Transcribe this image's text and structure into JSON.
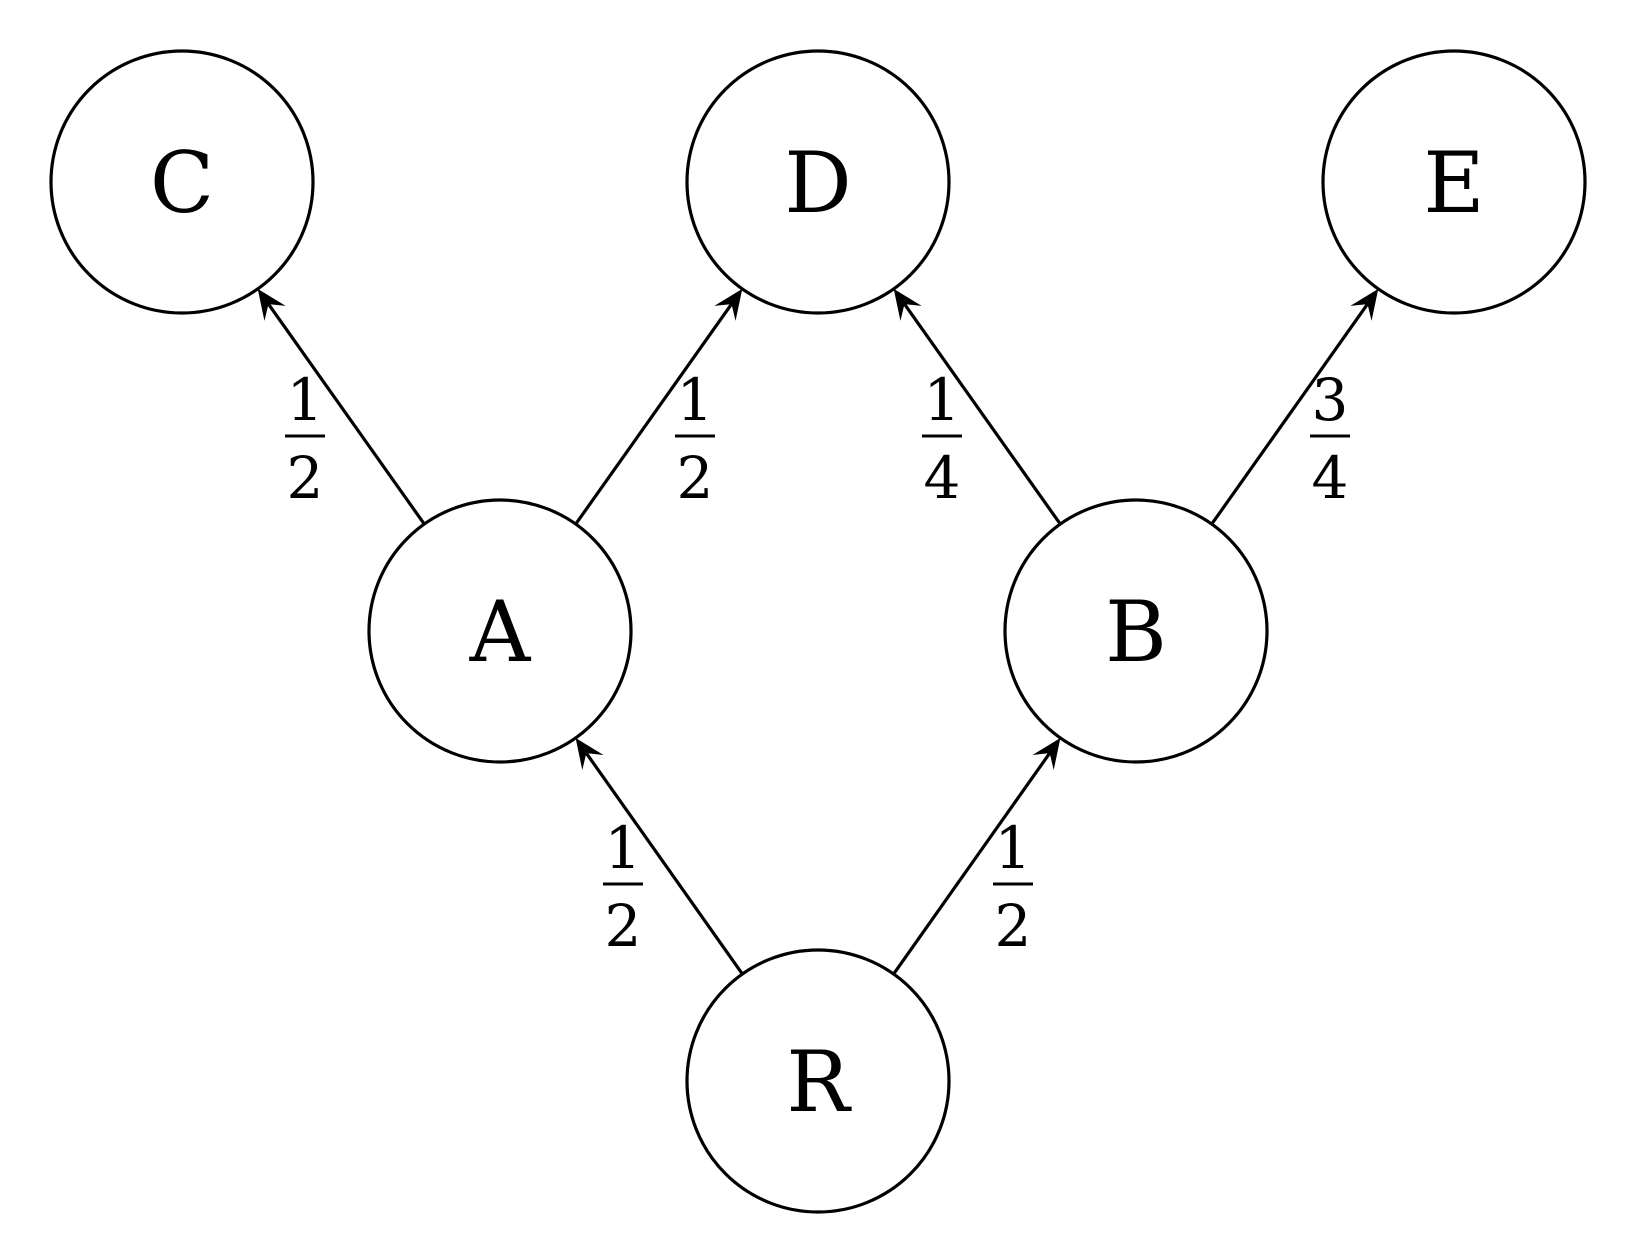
{
  "nodes": [
    {
      "id": "C",
      "label": "C"
    },
    {
      "id": "D",
      "label": "D"
    },
    {
      "id": "E",
      "label": "E"
    },
    {
      "id": "A",
      "label": "A"
    },
    {
      "id": "B",
      "label": "B"
    },
    {
      "id": "R",
      "label": "R"
    }
  ],
  "edges": [
    {
      "from": "A",
      "to": "C",
      "numerator": "1",
      "denominator": "2"
    },
    {
      "from": "A",
      "to": "D",
      "numerator": "1",
      "denominator": "2"
    },
    {
      "from": "B",
      "to": "D",
      "numerator": "1",
      "denominator": "4"
    },
    {
      "from": "B",
      "to": "E",
      "numerator": "3",
      "denominator": "4"
    },
    {
      "from": "R",
      "to": "A",
      "numerator": "1",
      "denominator": "2"
    },
    {
      "from": "R",
      "to": "B",
      "numerator": "1",
      "denominator": "2"
    }
  ]
}
